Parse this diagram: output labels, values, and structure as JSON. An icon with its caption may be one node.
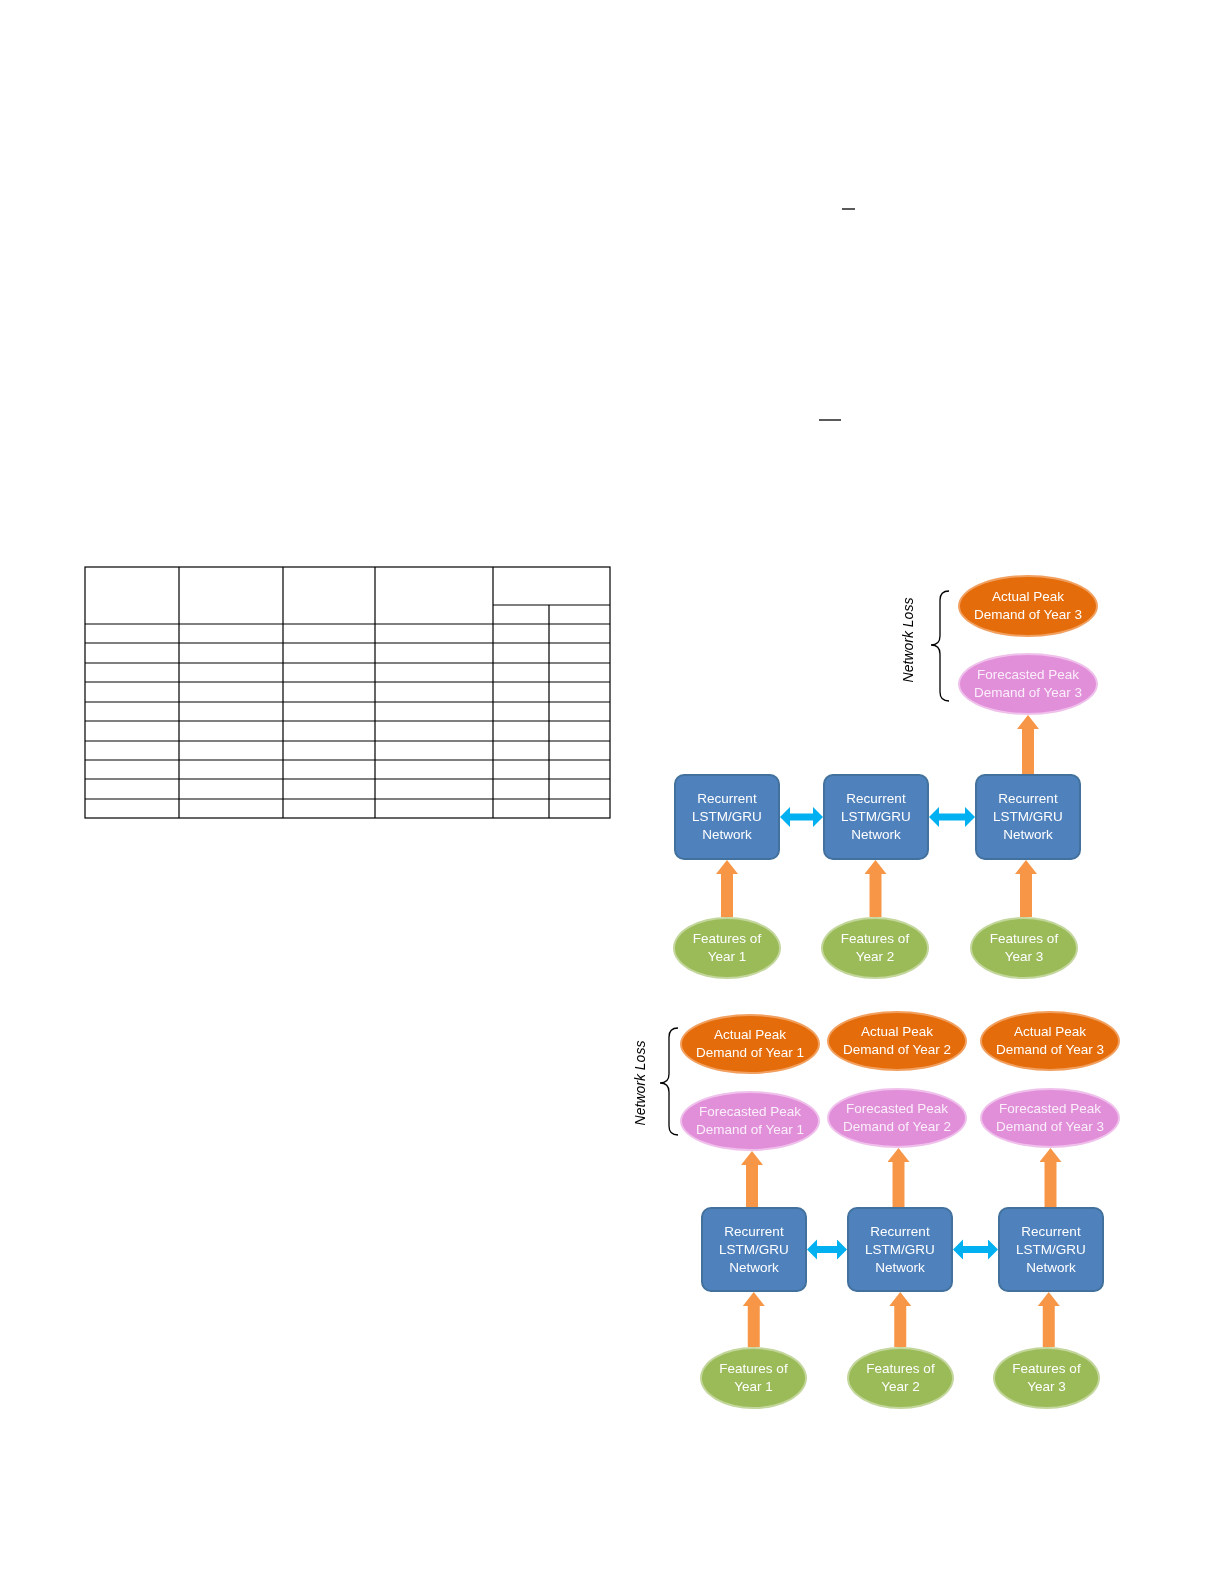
{
  "diagram": {
    "nodes": [
      {
        "text": [
          "Actual Peak Demand of Year 3"
        ]
      },
      {
        "text": [
          "Forecasted Peak Demand of Year 3"
        ]
      },
      {
        "text": [
          "Recurrent LSTM/GRU Network"
        ]
      },
      {
        "text": [
          "Recurrent LSTM/GRU Network"
        ]
      },
      {
        "text": [
          "Recurrent LSTM/GRU Network"
        ]
      },
      {
        "text": [
          "Features of Year 1"
        ]
      },
      {
        "text": [
          "Features of Year 2"
        ]
      },
      {
        "text": [
          "Features of Year 3"
        ]
      },
      {
        "text": [
          "Actual Peak Demand of Year 1"
        ]
      },
      {
        "text": [
          "Actual Peak Demand of Year 2"
        ]
      },
      {
        "text": [
          "Actual Peak Demand of Year 3"
        ]
      },
      {
        "text": [
          "Forecasted Peak Demand of Year 1"
        ]
      },
      {
        "text": [
          "Forecasted Peak Demand of Year 2"
        ]
      },
      {
        "text": [
          "Forecasted Peak Demand of Year 3"
        ]
      },
      {
        "text": [
          "Recurrent LSTM/GRU Network"
        ]
      },
      {
        "text": [
          "Recurrent LSTM/GRU Network"
        ]
      },
      {
        "text": [
          "Recurrent LSTM/GRU Network"
        ]
      },
      {
        "text": [
          "Features of Year 1"
        ]
      },
      {
        "text": [
          "Features of Year 2"
        ]
      },
      {
        "text": [
          "Features of Year 3"
        ]
      }
    ],
    "edges": [
      {
        "from": 4,
        "to": 1,
        "arrow": "to"
      },
      {
        "from": 2,
        "to": 3,
        "arrow": "both",
        "color": "#00b0f0"
      },
      {
        "from": 3,
        "to": 4,
        "arrow": "both",
        "color": "#00b0f0"
      },
      {
        "from": 5,
        "to": 2,
        "arrow": "to"
      },
      {
        "from": 6,
        "to": 3,
        "arrow": "to"
      },
      {
        "from": 7,
        "to": 4,
        "arrow": "to"
      },
      {
        "from": 14,
        "to": 11,
        "arrow": "to"
      },
      {
        "from": 15,
        "to": 12,
        "arrow": "to"
      },
      {
        "from": 16,
        "to": 13,
        "arrow": "to"
      },
      {
        "from": 14,
        "to": 15,
        "arrow": "both",
        "color": "#00b0f0"
      },
      {
        "from": 15,
        "to": 16,
        "arrow": "both",
        "color": "#00b0f0"
      },
      {
        "from": 17,
        "to": 14,
        "arrow": "to"
      },
      {
        "from": 18,
        "to": 15,
        "arrow": "to"
      },
      {
        "from": 19,
        "to": 16,
        "arrow": "to"
      }
    ],
    "labels": [
      "Network Loss",
      "Network Loss"
    ]
  }
}
